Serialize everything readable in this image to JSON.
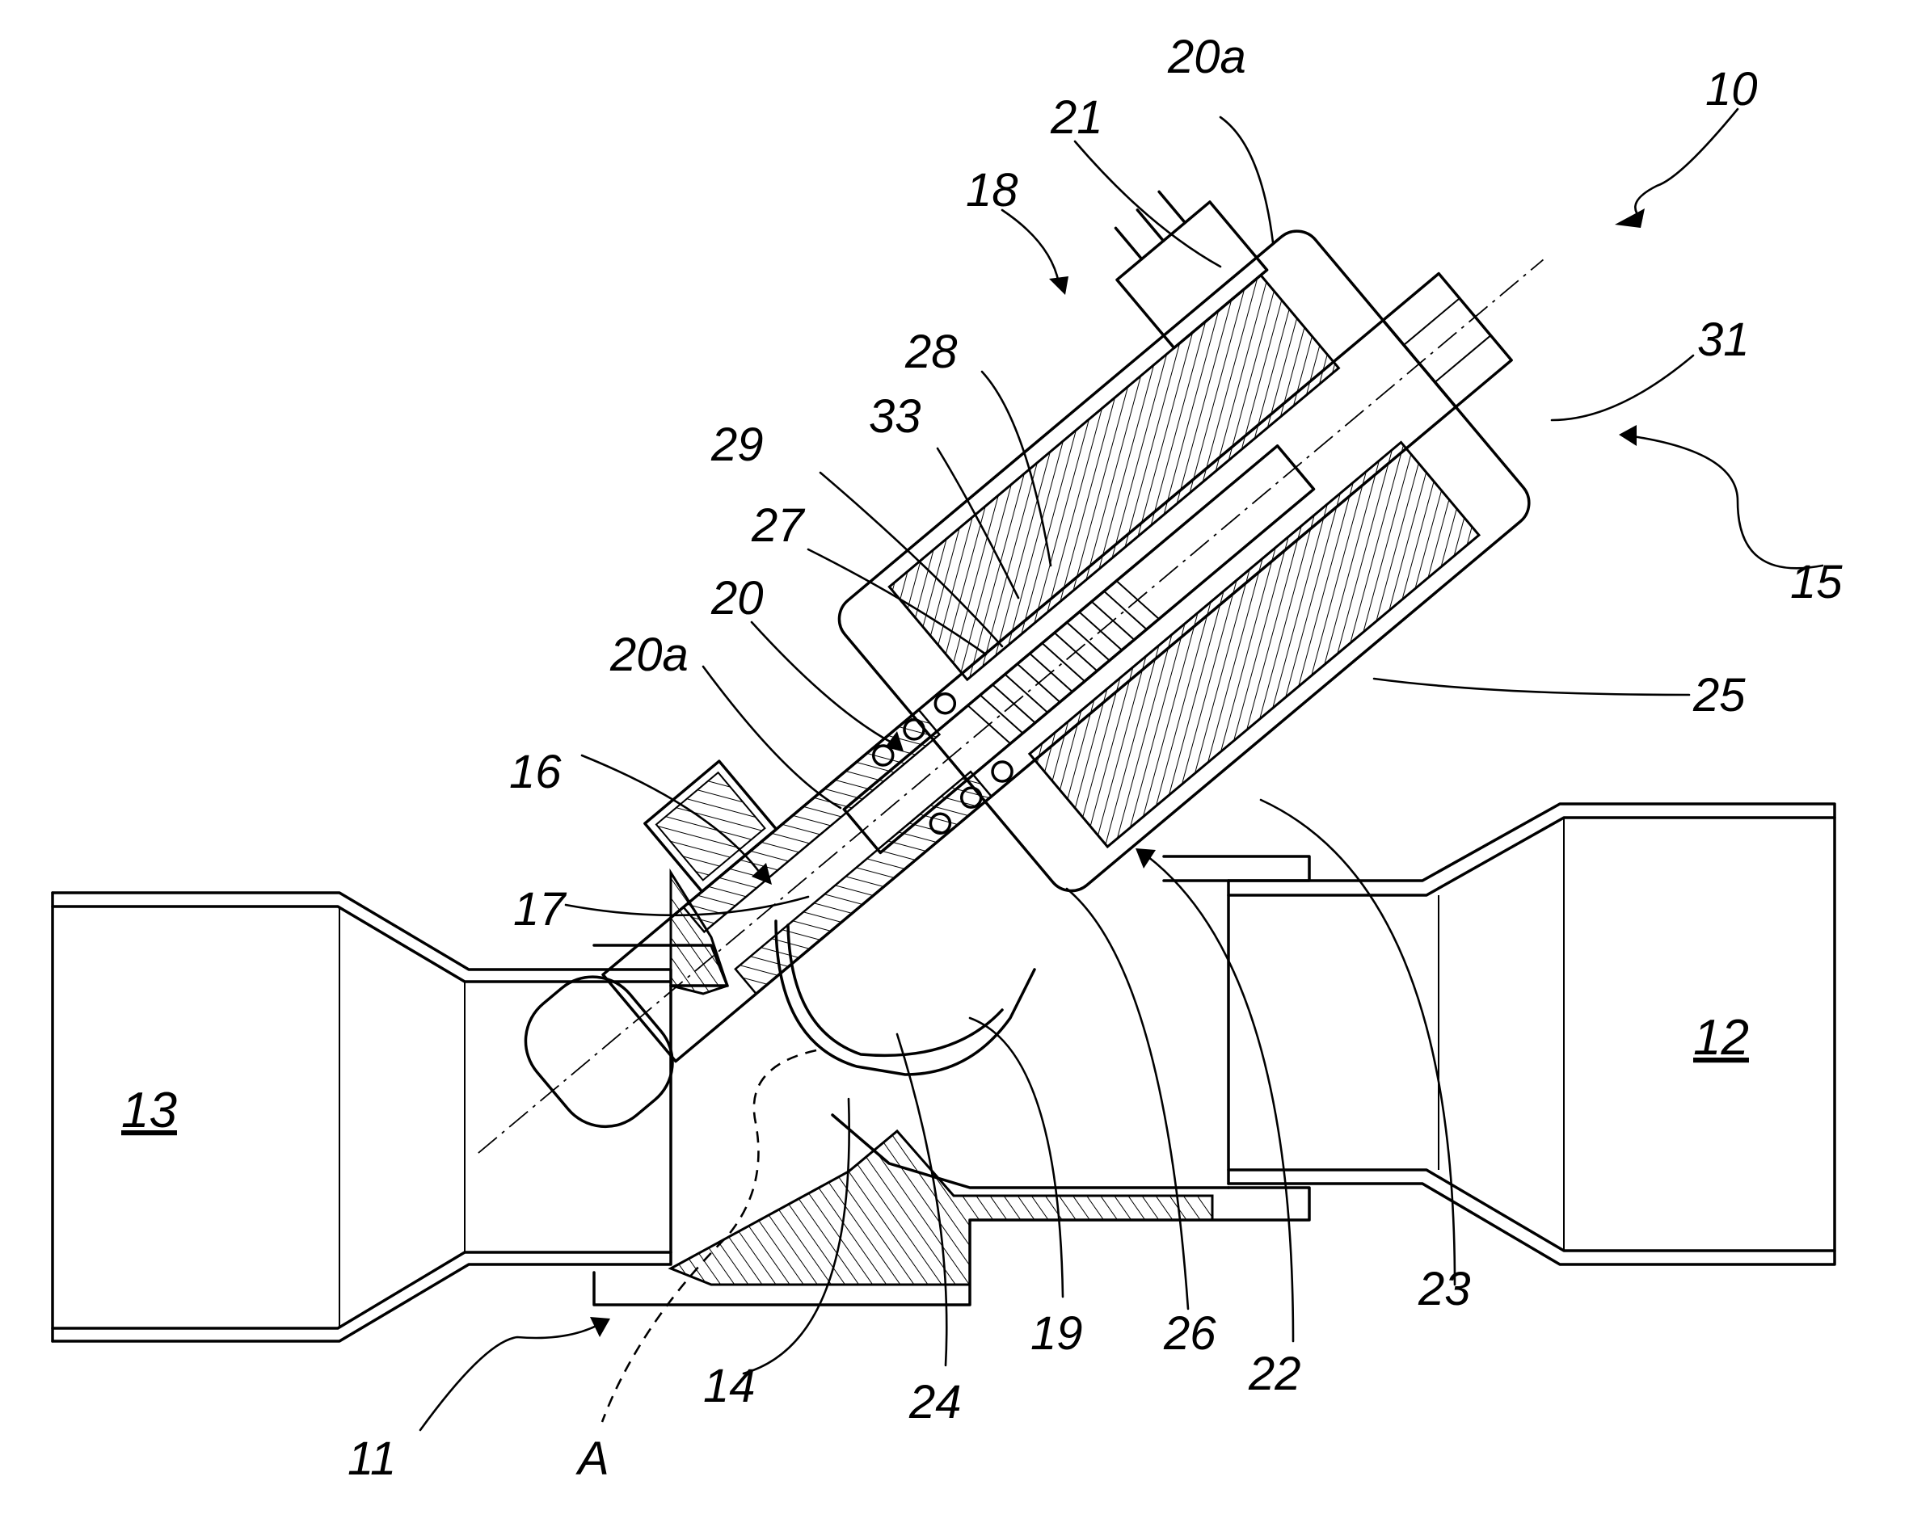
{
  "labels": {
    "l10": "10",
    "l20a_top": "20a",
    "l21": "21",
    "l18": "18",
    "l31": "31",
    "l15": "15",
    "l28": "28",
    "l33": "33",
    "l29": "29",
    "l27": "27",
    "l20": "20",
    "l20a_left": "20a",
    "l25": "25",
    "l16": "16",
    "l17": "17",
    "l12": "12",
    "l13": "13",
    "l23": "23",
    "l19": "19",
    "l26": "26",
    "l22": "22",
    "l24": "24",
    "l14": "14",
    "l11": "11",
    "lA": "A"
  }
}
